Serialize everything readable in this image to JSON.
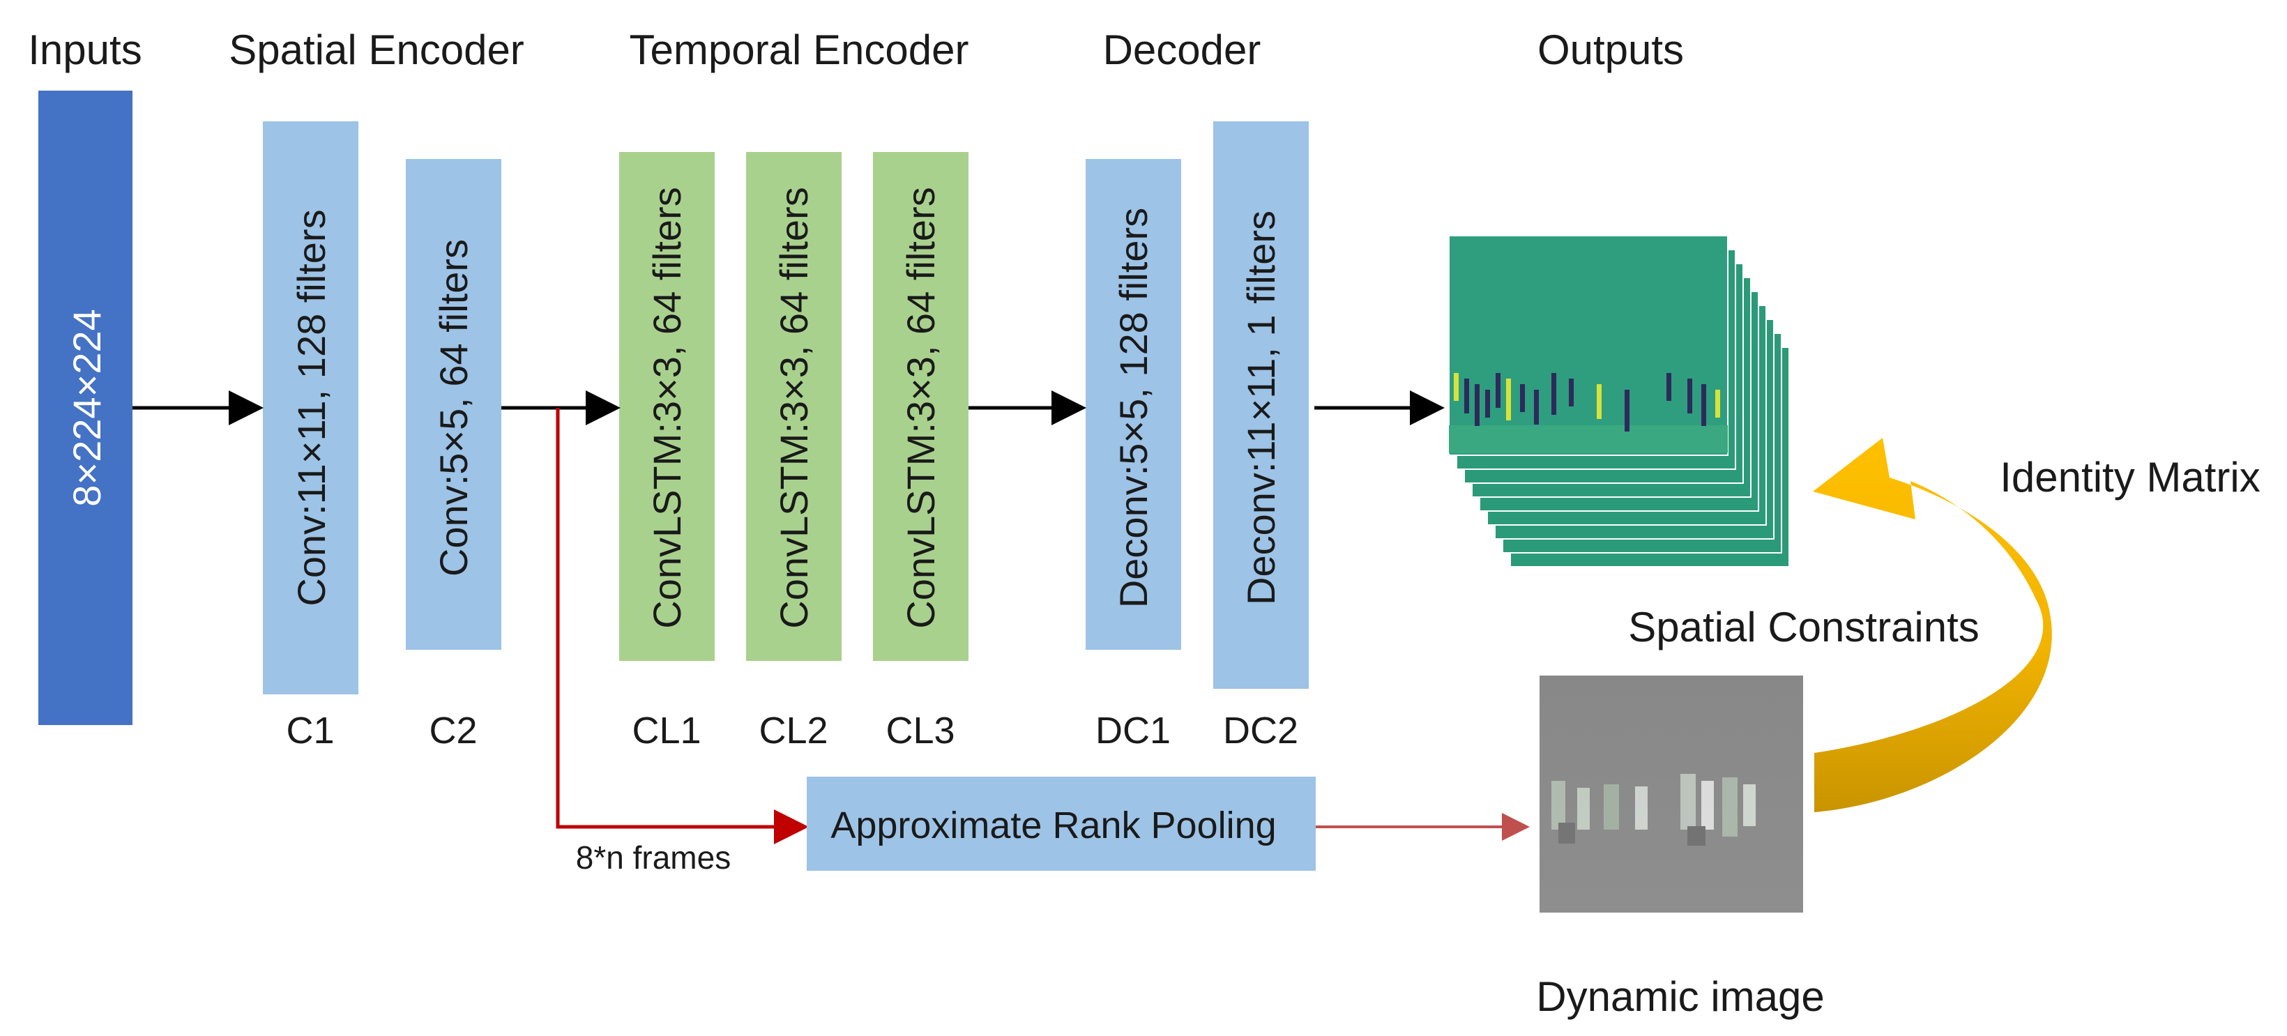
{
  "headers": {
    "inputs": "Inputs",
    "spatial_encoder": "Spatial Encoder",
    "temporal_encoder": "Temporal Encoder",
    "decoder": "Decoder",
    "outputs": "Outputs"
  },
  "input_block": {
    "text": "8×224×224"
  },
  "layers": [
    {
      "id": "C1",
      "text": "Conv:11×11, 128 filters"
    },
    {
      "id": "C2",
      "text": "Conv:5×5, 64 filters"
    },
    {
      "id": "CL1",
      "text": "ConvLSTM:3×3, 64 filters"
    },
    {
      "id": "CL2",
      "text": "ConvLSTM:3×3, 64 filters"
    },
    {
      "id": "CL3",
      "text": "ConvLSTM:3×3, 64 filters"
    },
    {
      "id": "DC1",
      "text": "Deconv:5×5, 128 filters"
    },
    {
      "id": "DC2",
      "text": "Deconv:11×11, 1 filters"
    }
  ],
  "pooling": {
    "label": "Approximate Rank Pooling",
    "frames_label": "8*n frames"
  },
  "annotations": {
    "identity_matrix": "Identity Matrix",
    "spatial_constraints": "Spatial Constraints",
    "dynamic_image": "Dynamic image"
  },
  "colors": {
    "input": "#4472C4",
    "conv": "#9DC3E6",
    "convlstm": "#A9D18E",
    "arrow": "#000000",
    "pool_arrow": "#C00000",
    "curve": "#FFC000",
    "output_teal": "#2E9E7E",
    "dynamic_gray": "#8C8C8C"
  }
}
